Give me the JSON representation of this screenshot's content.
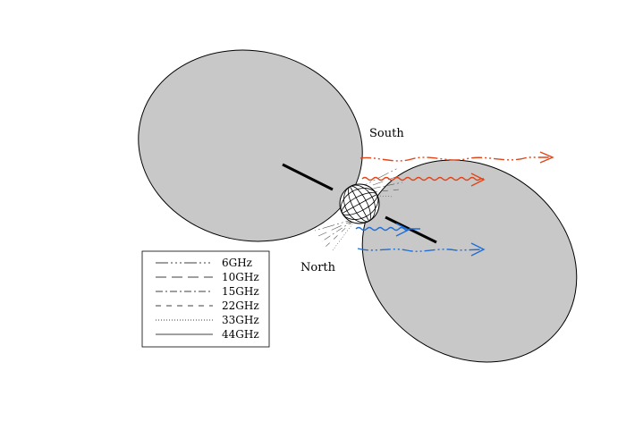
{
  "labels": {
    "south": "South",
    "north": "North"
  },
  "legend": {
    "entries": [
      {
        "label": "6GHz",
        "dash": "14 3 2 3 2 3 2 3"
      },
      {
        "label": "10GHz",
        "dash": "12 6"
      },
      {
        "label": "15GHz",
        "dash": "8 3 2 3"
      },
      {
        "label": "22GHz",
        "dash": "6 6"
      },
      {
        "label": "33GHz",
        "dash": "1 2"
      },
      {
        "label": "44GHz",
        "dash": ""
      }
    ]
  },
  "colors": {
    "lobe_fill": "#c8c8c8",
    "outline": "#000000",
    "south_emission": "#e0461a",
    "north_emission": "#1f6fd6"
  },
  "icons": {
    "star": "globe-icon",
    "emission": "wavy-arrow-icon"
  }
}
